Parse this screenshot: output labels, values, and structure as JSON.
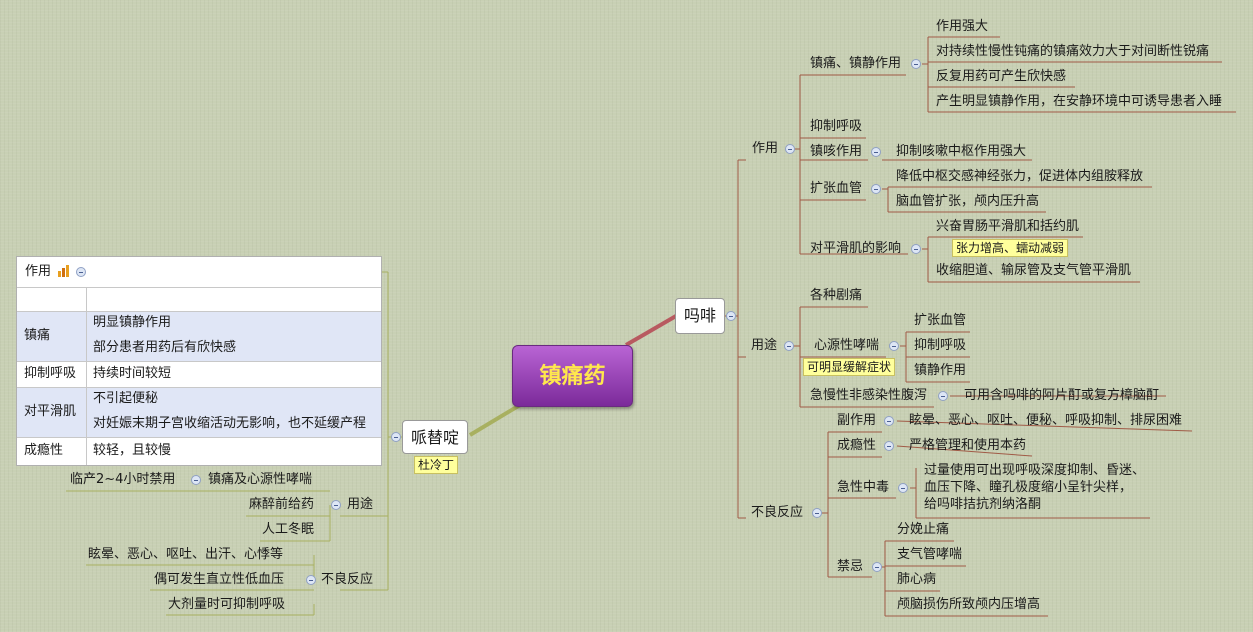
{
  "center": "镇痛药",
  "morphine": {
    "title": "吗啡",
    "effects": {
      "label": "作用",
      "analgesic": {
        "label": "镇痛、镇静作用",
        "items": [
          "作用强大",
          "对持续性慢性钝痛的镇痛效力大于对间断性锐痛",
          "反复用药可产生欣快感",
          "产生明显镇静作用，在安静环境中可诱导患者入睡"
        ]
      },
      "resp": "抑制呼吸",
      "cough": {
        "label": "镇咳作用",
        "item": "抑制咳嗽中枢作用强大"
      },
      "vessel": {
        "label": "扩张血管",
        "items": [
          "降低中枢交感神经张力，促进体内组胺释放",
          "脑血管扩张，颅内压升高"
        ]
      },
      "smooth": {
        "label": "对平滑肌的影响",
        "items": [
          "兴奋胃肠平滑肌和括约肌",
          "收缩胆道、输尿管及支气管平滑肌"
        ],
        "note": "张力增高、蠕动减弱"
      }
    },
    "uses": {
      "label": "用途",
      "pain": "各种剧痛",
      "asthma": {
        "label": "心源性哮喘",
        "items": [
          "扩张血管",
          "抑制呼吸",
          "镇静作用"
        ],
        "note": "可明显缓解症状"
      },
      "diarrhea": {
        "label": "急慢性非感染性腹泻",
        "item": "可用含吗啡的阿片酊或复方樟脑酊"
      }
    },
    "adverse": {
      "label": "不良反应",
      "side": {
        "label": "副作用",
        "item": "眩晕、恶心、呕吐、便秘、呼吸抑制、排尿困难"
      },
      "addiction": {
        "label": "成瘾性",
        "item": "严格管理和使用本药"
      },
      "poison": {
        "label": "急性中毒",
        "lines": [
          "过量使用可出现呼吸深度抑制、昏迷、",
          "血压下降、瞳孔极度缩小呈针尖样，",
          "给吗啡拮抗剂纳洛酮"
        ]
      },
      "contra": {
        "label": "禁忌",
        "items": [
          "分娩止痛",
          "支气管哮喘",
          "肺心病",
          "颅脑损伤所致颅内压增高"
        ]
      }
    }
  },
  "pethidine": {
    "title": "哌替啶",
    "alias": "杜冷丁",
    "table": {
      "title": "作用",
      "rows": [
        {
          "k": "镇痛",
          "v": [
            "明显镇静作用",
            "部分患者用药后有欣快感"
          ]
        },
        {
          "k": "抑制呼吸",
          "v": [
            "持续时间较短"
          ]
        },
        {
          "k": "对平滑肌",
          "v": [
            "不引起便秘",
            "对妊娠末期子宫收缩活动无影响，也不延缓产程"
          ]
        },
        {
          "k": "成瘾性",
          "v": [
            "较轻，且较慢"
          ]
        }
      ]
    },
    "uses": {
      "label": "用途",
      "labor": {
        "label": "临产2~4小时禁用",
        "item": "镇痛及心源性哮喘"
      },
      "anesthesia": "麻醉前给药",
      "hibernation": "人工冬眠"
    },
    "adverse": {
      "label": "不良反应",
      "items": [
        "眩晕、恶心、呕吐、出汗、心悸等",
        "偶可发生直立性低血压",
        "大剂量时可抑制呼吸"
      ]
    }
  }
}
